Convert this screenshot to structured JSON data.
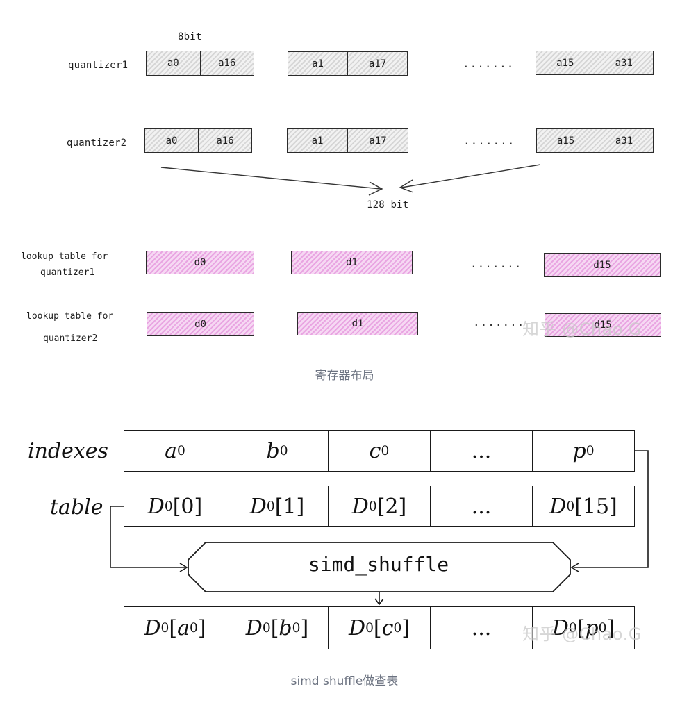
{
  "top_diagram": {
    "bit_label": "8bit",
    "quantizer1_label": "quantizer1",
    "quantizer2_label": "quantizer2",
    "q1_registers": [
      [
        "a0",
        "a16"
      ],
      [
        "a1",
        "a17"
      ],
      [
        "a15",
        "a31"
      ]
    ],
    "q2_registers": [
      [
        "a0",
        "a16"
      ],
      [
        "a1",
        "a17"
      ],
      [
        "a15",
        "a31"
      ]
    ],
    "ellipsis": ".......",
    "merge_label": "128 bit",
    "lut1_label_line1": "lookup table for",
    "lut1_label_line2": "quantizer1",
    "lut2_label_line1": "lookup table for",
    "lut2_label_line2": "quantizer2",
    "lut1_cells": [
      "d0",
      "d1",
      "d15"
    ],
    "lut2_cells": [
      "d0",
      "d1",
      "d15"
    ],
    "colors": {
      "register_fill": "#d6d6d6",
      "lut_fill": "#e9a5e2"
    }
  },
  "caption1": "寄存器布局",
  "bottom_diagram": {
    "indexes_label": "indexes",
    "table_label": "table",
    "indexes": [
      "a",
      "b",
      "c",
      "...",
      "p"
    ],
    "index_subscript": "0",
    "table_prefix": "D",
    "table_sup": "0",
    "table_indices": [
      "[0]",
      "[1]",
      "[2]",
      "...",
      "[15]"
    ],
    "shuffle_label": "simd_shuffle",
    "result": [
      "a",
      "b",
      "c",
      "...",
      "p"
    ]
  },
  "caption2": "simd shuffle做查表",
  "watermark": "知乎 @Chao.G"
}
